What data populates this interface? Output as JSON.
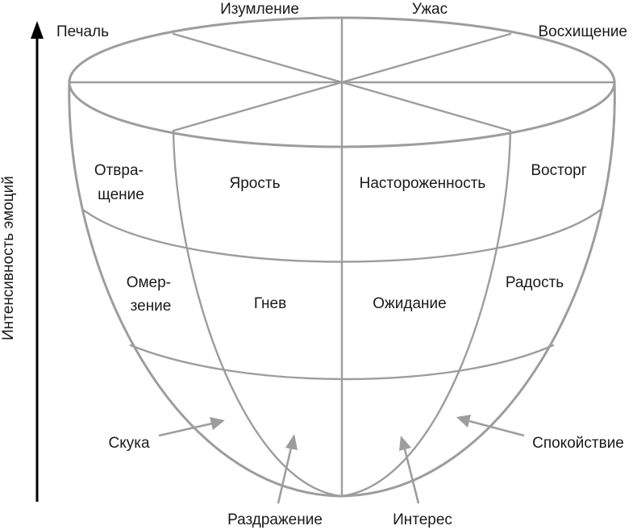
{
  "axis_label": "Интенсивность эмоций",
  "top_labels": {
    "sadness": "Печаль",
    "surprise": "Изумление",
    "terror": "Ужас",
    "admiration": "Восхищение"
  },
  "ring_high": {
    "loathing": [
      "Отвра-",
      "щение"
    ],
    "rage": "Ярость",
    "vigilance": "Настороженность",
    "ecstasy": "Восторг"
  },
  "ring_mid": {
    "disgust": [
      "Омер-",
      "зение"
    ],
    "anger": "Гнев",
    "anticipation": "Ожидание",
    "joy": "Радость"
  },
  "ring_low": {
    "boredom": "Скука",
    "annoyance": "Раздражение",
    "interest": "Интерес",
    "serenity": "Спокойствие"
  }
}
